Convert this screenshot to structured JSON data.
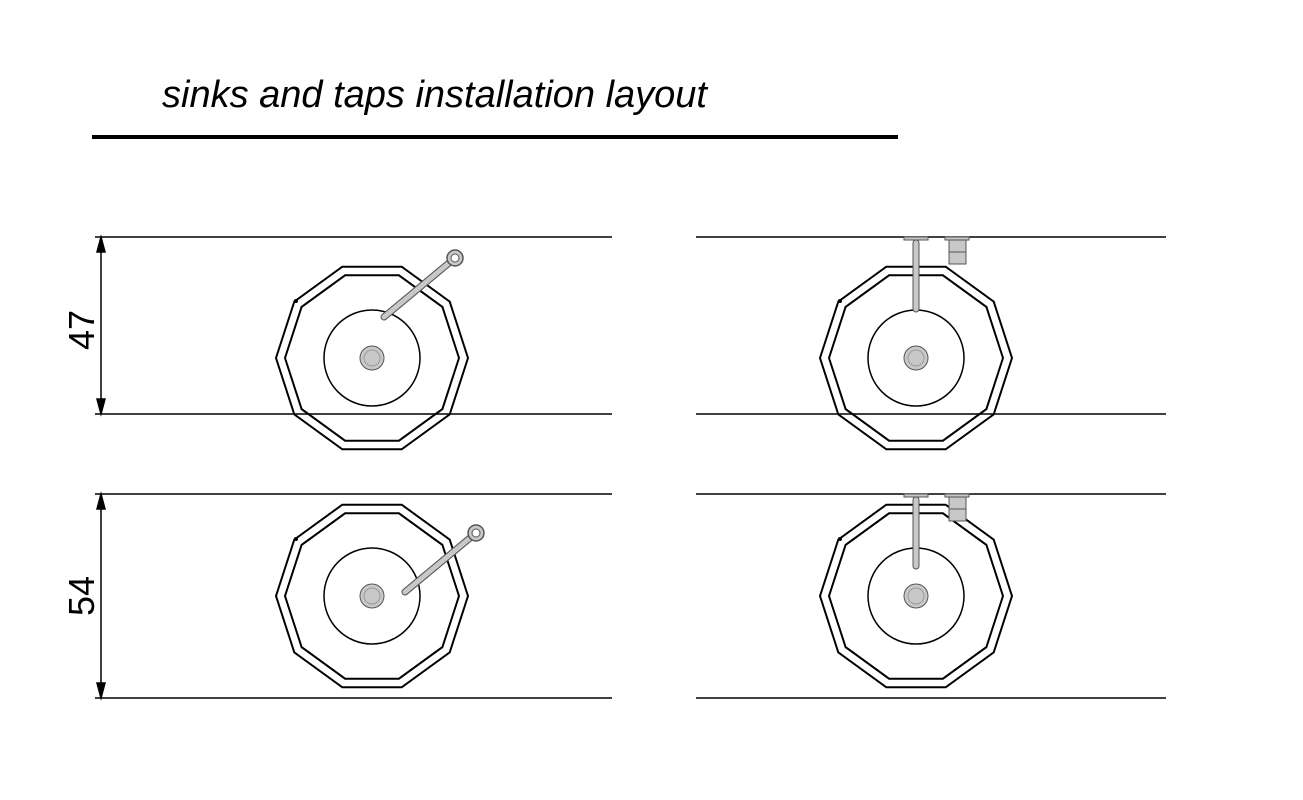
{
  "title": "sinks and taps installation layout",
  "dimensions": [
    "47",
    "54"
  ],
  "colors": {
    "line": "#000000",
    "fitting": "#c8c8c8",
    "fitting_stroke": "#555555"
  }
}
